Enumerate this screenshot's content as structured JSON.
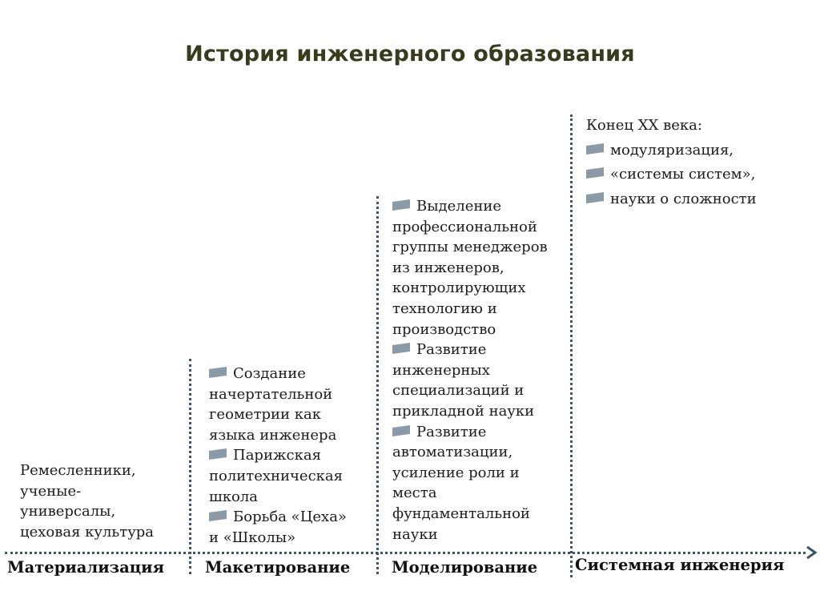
{
  "title": "История инженерного образования",
  "stage1": {
    "text": "Ремесленники,\nученые-\nуниверсалы,\nцеховая культура"
  },
  "stage2": {
    "items": [
      "Создание\nначертательной\nгеометрии как\nязыка инженера",
      "Парижская\nполитехническая\nшкола",
      "Борьба «Цеха»\nи «Школы»"
    ]
  },
  "stage3": {
    "items": [
      "Выделение\nпрофессиональной\nгруппы менеджеров\nиз инженеров,\nконтролирующих\nтехнологию и\nпроизводство",
      "Развитие\nинженерных\nспециализаций и\nприкладной науки",
      "Развитие\nавтоматизации,\nусиление роли и\nместа\nфундаментальной\nнауки"
    ]
  },
  "stage4": {
    "heading": "Конец XX века:",
    "items": [
      "модуляризация,",
      "«системы систем»,",
      "науки о сложности"
    ]
  },
  "phases": [
    "Материализация",
    "Макетирование",
    "Моделирование",
    "Системная инженерия"
  ],
  "colors": {
    "title": "#3a3a1e",
    "dotted_line": "#3e5568",
    "flag": "#8a9aa6"
  }
}
